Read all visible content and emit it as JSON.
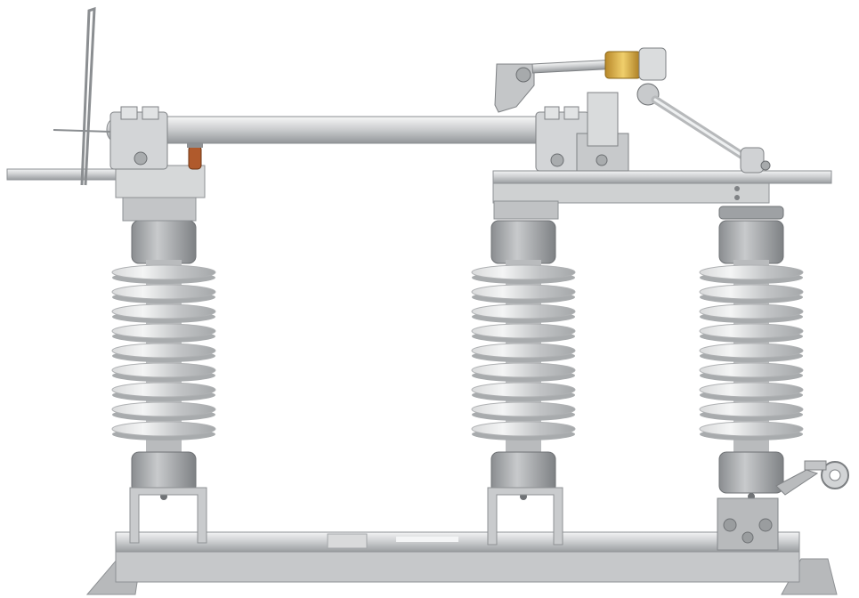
{
  "scene": {
    "subject": "high-voltage-disconnect-switch",
    "background": "#ffffff",
    "colors": {
      "steel": "#c9cbcd",
      "steel_dark": "#8e9194",
      "steel_light": "#eceeef",
      "insulator": "#b5b7b9",
      "insulator_light": "#e6e7e8",
      "brass": "#d2a63a",
      "copper": "#b05a2c"
    },
    "insulator_columns": 3,
    "sheds_per_insulator": 9
  }
}
